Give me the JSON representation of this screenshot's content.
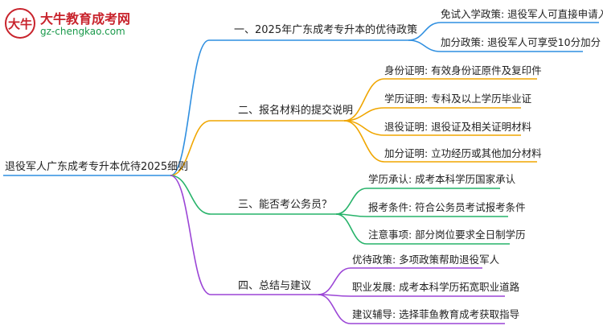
{
  "logo": {
    "mark": "大牛",
    "title": "大牛教育成考网",
    "url": "gz-chengkao.com"
  },
  "root": "退役军人广东成考专升本优待2025细则",
  "branches": [
    {
      "label": "一、2025年广东成考专升本的优待政策",
      "color": "#2f8fe0",
      "leaves": [
        "免试入学政策: 退役军人可直接申请入学",
        "加分政策: 退役军人可享受10分加分"
      ]
    },
    {
      "label": "二、报名材料的提交说明",
      "color": "#f0a600",
      "leaves": [
        "身份证明: 有效身份证原件及复印件",
        "学历证明: 专科及以上学历毕业证",
        "退役证明: 退役证及相关证明材料",
        "加分证明: 立功经历或其他加分材料"
      ]
    },
    {
      "label": "三、能否考公务员？",
      "color": "#27b36a",
      "leaves": [
        "学历承认: 成考本科学历国家承认",
        "报考条件: 符合公务员考试报考条件",
        "注意事项: 部分岗位要求全日制学历"
      ]
    },
    {
      "label": "四、总结与建议",
      "color": "#9b45d6",
      "leaves": [
        "优待政策: 多项政策帮助退役军人",
        "职业发展: 成考本科学历拓宽职业道路",
        "建议辅导: 选择菲鱼教育成考获取指导"
      ]
    }
  ]
}
